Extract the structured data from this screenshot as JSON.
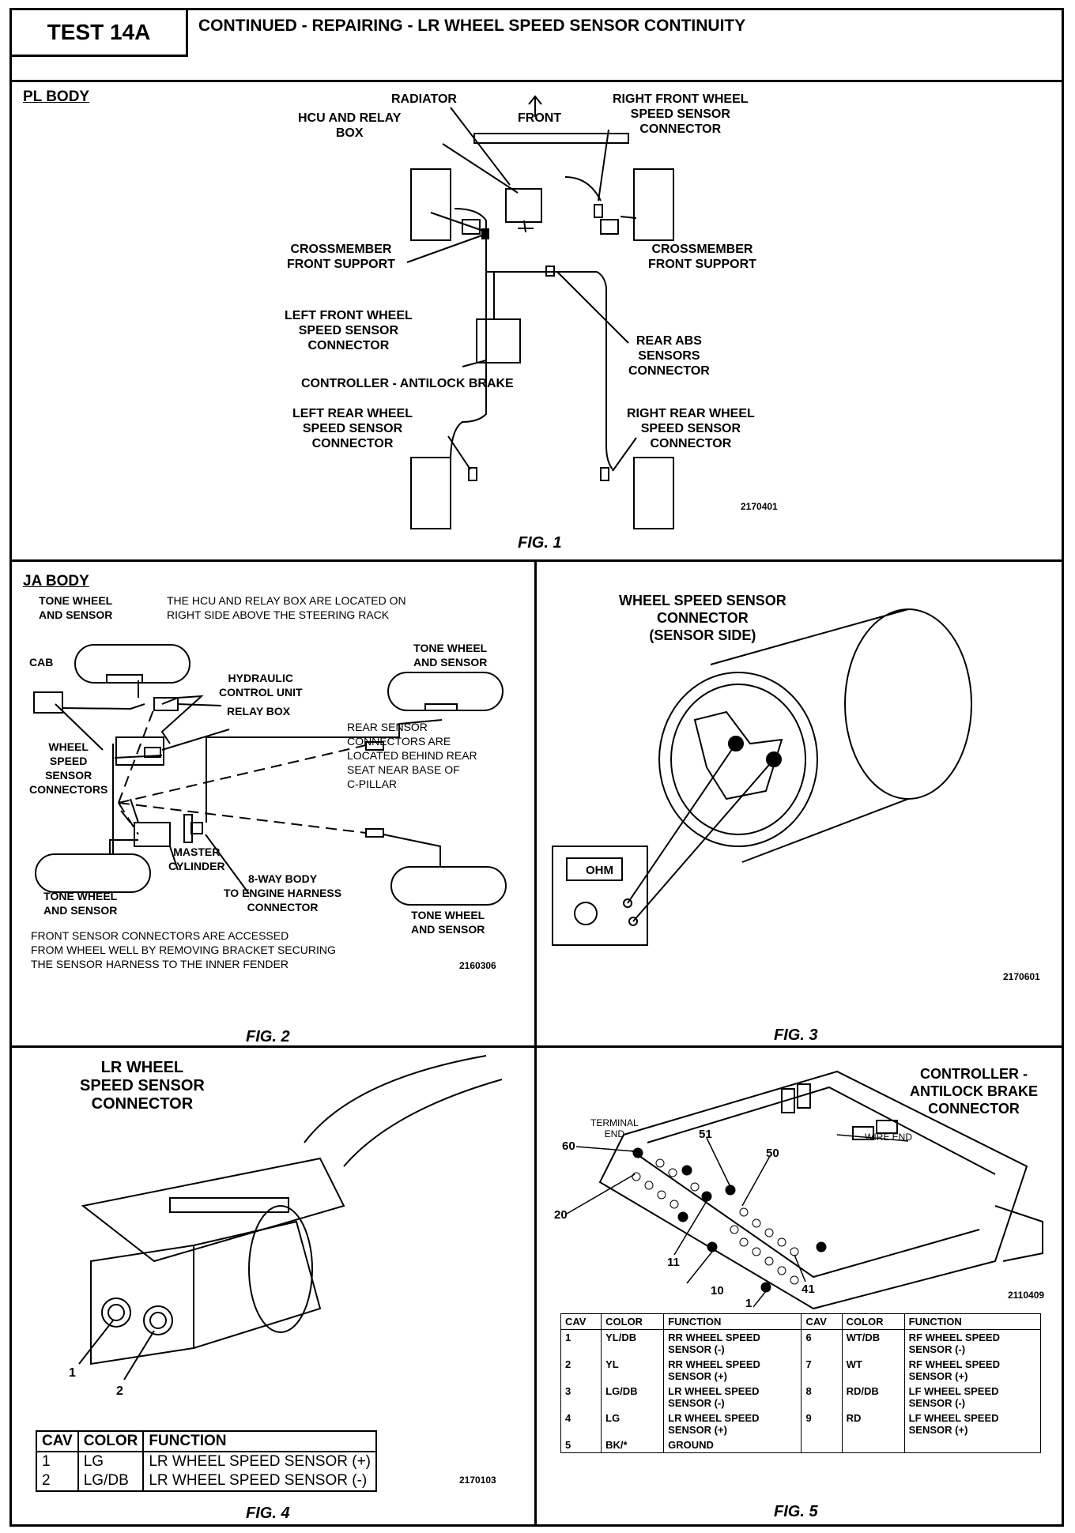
{
  "header": {
    "test": "TEST 14A",
    "title": "CONTINUED - REPAIRING - LR WHEEL SPEED SENSOR CONTINUITY"
  },
  "fig1": {
    "body": "PL BODY",
    "labels": {
      "radiator": "RADIATOR",
      "front": "FRONT",
      "rf_connector": "RIGHT FRONT WHEEL\nSPEED SENSOR\nCONNECTOR",
      "hcu": "HCU AND RELAY\nBOX",
      "crossmember_left": "CROSSMEMBER\nFRONT SUPPORT",
      "crossmember_right": "CROSSMEMBER\nFRONT SUPPORT",
      "lf_connector": "LEFT FRONT WHEEL\nSPEED SENSOR\nCONNECTOR",
      "rear_abs": "REAR ABS\nSENSORS\nCONNECTOR",
      "controller": "CONTROLLER - ANTILOCK BRAKE",
      "lr_connector": "LEFT REAR WHEEL\nSPEED SENSOR\nCONNECTOR",
      "rr_connector": "RIGHT REAR WHEEL\nSPEED SENSOR\nCONNECTOR"
    },
    "code": "2170401",
    "caption": "FIG. 1"
  },
  "fig2": {
    "body": "JA BODY",
    "labels": {
      "tone_tl": "TONE WHEEL\nAND SENSOR",
      "note_top": "THE HCU AND RELAY BOX ARE LOCATED ON\nRIGHT SIDE ABOVE THE STEERING RACK",
      "tone_tr": "TONE WHEEL\nAND SENSOR",
      "cab": "CAB",
      "hcu": "HYDRAULIC\nCONTROL UNIT",
      "relay": "RELAY BOX",
      "wheel_conn": "WHEEL\nSPEED\nSENSOR\nCONNECTORS",
      "rear_note": "REAR SENSOR\nCONNECTORS ARE\nLOCATED BEHIND REAR\nSEAT NEAR BASE OF\nC-PILLAR",
      "master": "MASTER\nCYLINDER",
      "eightway": "8-WAY BODY\nTO ENGINE HARNESS\nCONNECTOR",
      "tone_bl": "TONE WHEEL\nAND SENSOR",
      "tone_br": "TONE WHEEL\nAND SENSOR",
      "note_bottom": "FRONT SENSOR CONNECTORS ARE ACCESSED\nFROM WHEEL WELL BY REMOVING BRACKET SECURING\nTHE SENSOR HARNESS TO THE INNER FENDER"
    },
    "code": "2160306",
    "caption": "FIG. 2"
  },
  "fig3": {
    "title": "WHEEL SPEED SENSOR\nCONNECTOR\n(SENSOR SIDE)",
    "meter": "OHM",
    "code": "2170601",
    "caption": "FIG. 3"
  },
  "fig4": {
    "title": "LR WHEEL\nSPEED SENSOR\nCONNECTOR",
    "pin1": "1",
    "pin2": "2",
    "headers": [
      "CAV",
      "COLOR",
      "FUNCTION"
    ],
    "rows": [
      [
        "1",
        "LG",
        "LR WHEEL SPEED SENSOR (+)"
      ],
      [
        "2",
        "LG/DB",
        "LR WHEEL SPEED SENSOR (-)"
      ]
    ],
    "code": "2170103",
    "caption": "FIG. 4"
  },
  "fig5": {
    "title": "CONTROLLER -\nANTILOCK BRAKE\nCONNECTOR",
    "terminal_end": "TERMINAL\nEND",
    "wire_end": "WIRE END",
    "pins": {
      "p60": "60",
      "p51": "51",
      "p50": "50",
      "p20": "20",
      "p11": "11",
      "p10": "10",
      "p41": "41",
      "p1": "1"
    },
    "code": "2110409",
    "headers": [
      "CAV",
      "COLOR",
      "FUNCTION",
      "CAV",
      "COLOR",
      "FUNCTION"
    ],
    "left_rows": [
      [
        "1",
        "YL/DB",
        "RR WHEEL SPEED\nSENSOR (-)"
      ],
      [
        "2",
        "YL",
        "RR WHEEL SPEED\nSENSOR (+)"
      ],
      [
        "3",
        "LG/DB",
        "LR WHEEL SPEED\nSENSOR (-)"
      ],
      [
        "4",
        "LG",
        "LR WHEEL SPEED\nSENSOR (+)"
      ],
      [
        "5",
        "BK/*",
        "GROUND"
      ]
    ],
    "right_rows": [
      [
        "6",
        "WT/DB",
        "RF WHEEL SPEED\nSENSOR (-)"
      ],
      [
        "7",
        "WT",
        "RF WHEEL SPEED\nSENSOR (+)"
      ],
      [
        "8",
        "RD/DB",
        "LF WHEEL SPEED\nSENSOR (-)"
      ],
      [
        "9",
        "RD",
        "LF WHEEL SPEED\nSENSOR (+)"
      ],
      [
        "",
        "",
        ""
      ]
    ],
    "caption": "FIG. 5"
  }
}
